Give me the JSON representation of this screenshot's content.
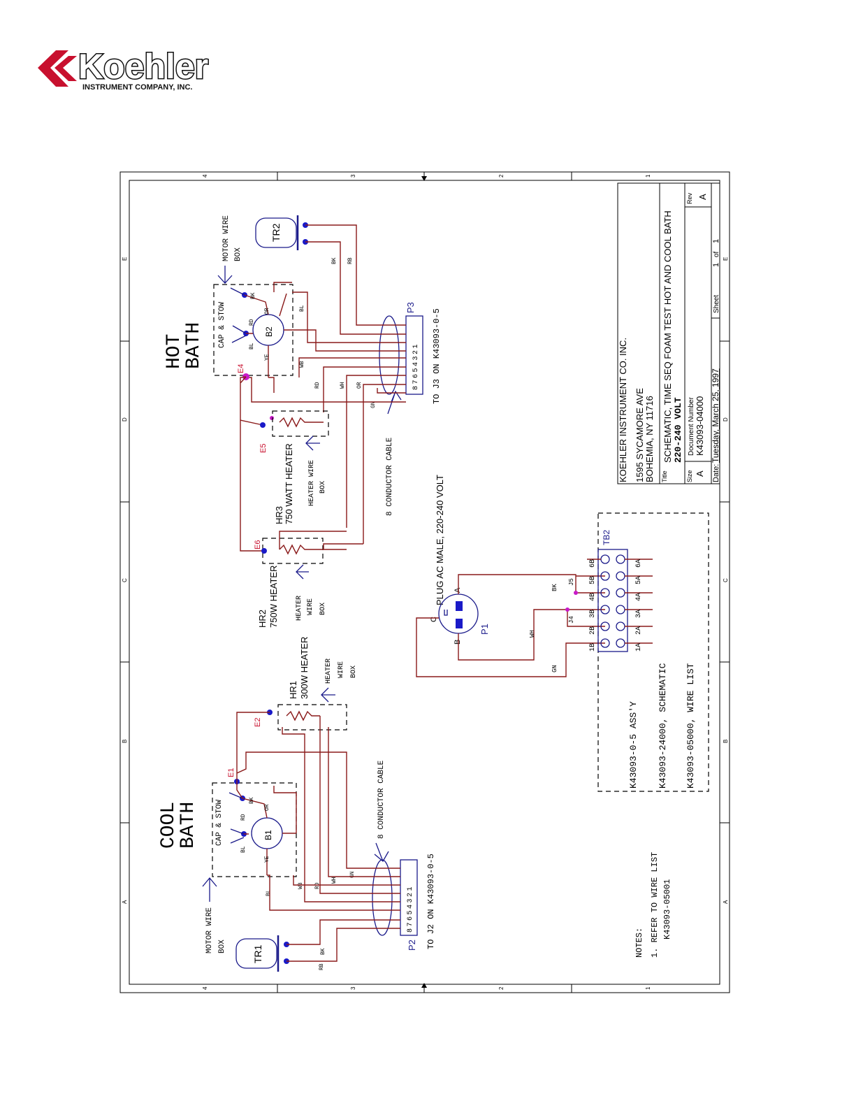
{
  "logo": {
    "name": "Koehler",
    "sub": "INSTRUMENT COMPANY, INC."
  },
  "border": {
    "cols": [
      "4",
      "3",
      "2",
      "1"
    ],
    "rows": [
      "E",
      "D",
      "C",
      "B",
      "A"
    ]
  },
  "hot_bath": {
    "title1": "HOT",
    "title2": "BATH",
    "motor_box": [
      "MOTOR WIRE",
      "BOX"
    ],
    "cap": "CAP & STOW",
    "motor": "B2",
    "transformer": "TR2",
    "connector": "P3",
    "pins": "87654321",
    "to": "TO J3 ON K43093-0-5",
    "cable": "8 CONDUCTOR CABLE"
  },
  "cool_bath": {
    "title1": "COOL",
    "title2": "BATH",
    "motor_box": [
      "MOTOR WIRE",
      "BOX"
    ],
    "cap": "CAP & STOW",
    "motor": "B1",
    "transformer": "TR1",
    "connector": "P2",
    "pins": "87654321",
    "to": "TO J2 ON K43093-0-5",
    "cable": "8 CONDUCTOR CABLE"
  },
  "wire_codes": [
    "BK",
    "RB",
    "BL",
    "OR",
    "RD",
    "YE",
    "WB",
    "WH",
    "GN"
  ],
  "nodes": [
    "E1",
    "E2",
    "E4",
    "E5",
    "E6",
    "J4",
    "J5"
  ],
  "hr1": {
    "name": "HR1",
    "desc": "300W HEATER",
    "box": [
      "HEATER",
      "WIRE",
      "BOX"
    ]
  },
  "hr2": {
    "name": "HR2",
    "desc": "750W HEATER",
    "box": [
      "HEATER",
      "WIRE",
      "BOX"
    ]
  },
  "hr3": {
    "name": "HR3",
    "desc": "750 WATT HEATER",
    "box": [
      "HEATER WIRE",
      "BOX"
    ]
  },
  "plug": {
    "label": "PLUG AC MALE, 220-240 VOLT",
    "name": "P1",
    "pins": [
      "A",
      "B",
      "C"
    ]
  },
  "tb2": {
    "name": "TB2",
    "top": [
      "6B",
      "5B",
      "4B",
      "3B",
      "2B",
      "1B"
    ],
    "bottom": [
      "6A",
      "5A",
      "4A",
      "3A",
      "2A",
      "1A"
    ]
  },
  "box_refs": [
    "K43093-0-5 ASS'Y",
    "K43093-24000, SCHEMATIC",
    "K43093-05000, WIRE LIST"
  ],
  "notes": {
    "title": "NOTES:",
    "line1": "1. REFER TO WIRE LIST",
    "line2": "K43093-05001"
  },
  "title_block": {
    "company": "KOEHLER INSTRUMENT CO. INC.",
    "addr1": "1595 SYCAMORE AVE",
    "addr2": "BOHEMIA, NY 11716",
    "title_label": "Title",
    "title": "SCHEMATIC, TIME SEQ FOAM TEST HOT AND COOL BATH",
    "voltage": "220-240 VOLT",
    "size_label": "Size",
    "size": "A",
    "doc_label": "Document Number",
    "doc": "K43093-04000",
    "rev_label": "Rev",
    "rev": "A",
    "date_label": "Date:",
    "date": "Tuesday, March 25, 1997",
    "sheet_label": "Sheet",
    "sheet": "1",
    "of": "of",
    "sheets": "1"
  }
}
